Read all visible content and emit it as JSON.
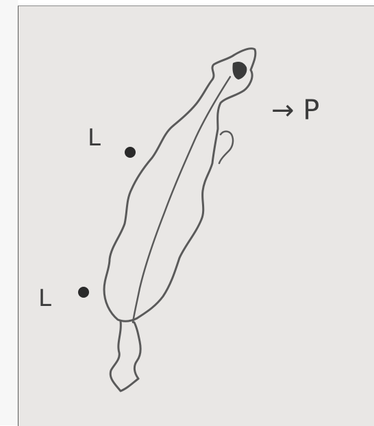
{
  "labels": {
    "arrow_label": "→ P",
    "left_mark_upper": "L",
    "left_mark_lower": "L"
  },
  "colors": {
    "paper": "#e9e7e5",
    "ink": "#4a4a4a",
    "dot": "#2a2a2a"
  }
}
